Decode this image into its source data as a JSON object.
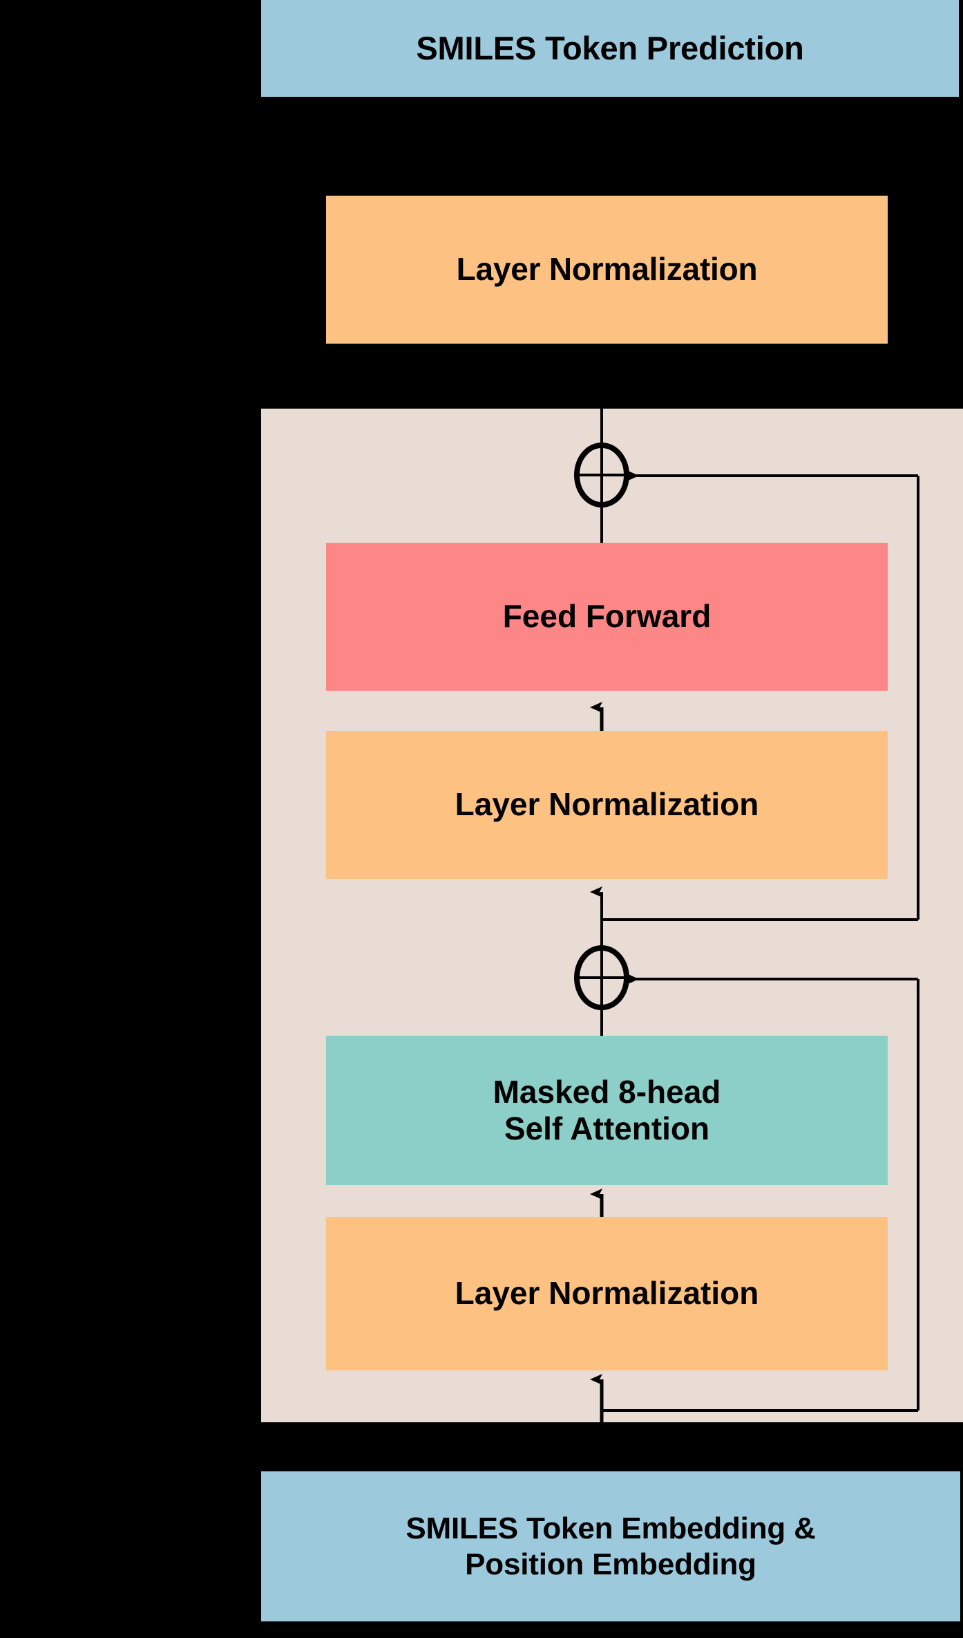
{
  "diagram": {
    "type": "transformer-decoder-architecture",
    "title_top": "SMILES Token Prediction",
    "title_bottom_line1": "SMILES Token Embedding &",
    "title_bottom_line2": "Position Embedding",
    "background_color": "#000000"
  },
  "blocks": {
    "top_output": {
      "label": "SMILES Token Prediction",
      "color": "#9CC9DC",
      "role": "output-head"
    },
    "final_layer_norm": {
      "label": "Layer Normalization",
      "color": "#FDC182",
      "role": "normalization"
    },
    "transformer_block": {
      "color": "#E8DCD5",
      "role": "repeated-decoder-block"
    },
    "feed_forward": {
      "label": "Feed Forward",
      "color": "#FD8787",
      "role": "mlp"
    },
    "layer_norm_mid": {
      "label": "Layer Normalization",
      "color": "#FDC182",
      "role": "normalization"
    },
    "masked_attention": {
      "label_line1": "Masked 8-head",
      "label_line2": "Self Attention",
      "heads": 8,
      "color": "#8CCFC9",
      "role": "masked-multi-head-self-attention"
    },
    "layer_norm_bottom": {
      "label": "Layer Normalization",
      "color": "#FDC182",
      "role": "normalization"
    },
    "bottom_input": {
      "label_line1": "SMILES Token Embedding &",
      "label_line2": "Position Embedding",
      "color": "#9CC9DC",
      "role": "input-embedding"
    }
  },
  "connectors": {
    "residual_add_top": {
      "symbol": "circled-plus",
      "label": "+",
      "role": "feed-forward-residual-add"
    },
    "residual_add_bottom": {
      "symbol": "circled-plus",
      "label": "+",
      "role": "attention-residual-add"
    },
    "arrow_color": "#000000",
    "line_color": "#000000"
  }
}
